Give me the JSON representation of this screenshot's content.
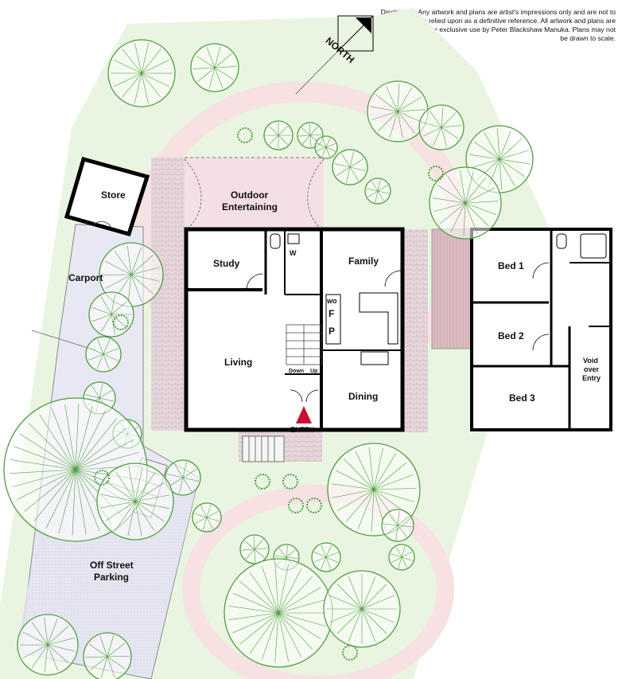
{
  "disclaimer": "Disclaimer : Any artwork and plans are artist's impressions only and are not to be relied upon as a definitive reference. All artwork and plans are commissioned for exclusive use by Peter Blackshaw Manuka. Plans may not be drawn to scale.",
  "compass": {
    "label": "NORTH",
    "icon": "north-arrow-icon"
  },
  "rooms": {
    "store": "Store",
    "carport": "Carport",
    "outdoor_line1": "Outdoor",
    "outdoor_line2": "Entertaining",
    "study": "Study",
    "family": "Family",
    "living": "Living",
    "dining": "Dining",
    "wc": "W",
    "wo": "wo",
    "fridge": "F",
    "pantry": "P",
    "down": "Down",
    "up": "Up",
    "entry": "ENTRY",
    "bed1": "Bed 1",
    "bed2": "Bed 2",
    "bed3": "Bed 3",
    "void_line1": "Void",
    "void_line2": "over",
    "void_line3": "Entry",
    "parking_line1": "Off Street",
    "parking_line2": "Parking"
  },
  "colors": {
    "lawn": "#e9f5e1",
    "paving": "#e6d6dc",
    "deck": "#dcbcc2",
    "garden_bed": "#f7e1e3",
    "carport_floor": "#e6e6f2",
    "tree": "#4f9e3f",
    "wall": "#000000",
    "entry_marker": "#c8102e"
  }
}
